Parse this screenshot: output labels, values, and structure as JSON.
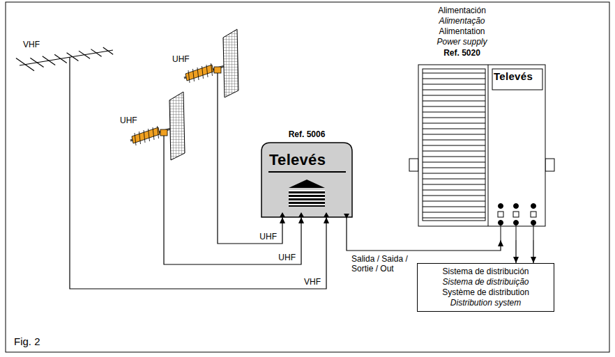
{
  "diagram": {
    "caption": "Fig. 2",
    "nodes": [
      {
        "text": [
          "VHF"
        ]
      },
      {
        "text": [
          "UHF"
        ]
      },
      {
        "text": [
          "UHF"
        ]
      },
      {
        "text": [
          "Ref. 5006",
          "Televés"
        ]
      },
      {
        "text": [
          "Alimentación",
          "Alimentação",
          "Alimentation",
          "Power supply",
          "Ref. 5020",
          "Televés"
        ]
      },
      {
        "text": [
          "Sistema de distribución",
          "Sistema de distribuição",
          "Système de distribution",
          "Distribution system"
        ]
      }
    ],
    "edges": [
      {
        "from": 1,
        "to": 3,
        "label": "UHF",
        "arrow": "to"
      },
      {
        "from": 2,
        "to": 3,
        "label": "UHF",
        "arrow": "to"
      },
      {
        "from": 0,
        "to": 3,
        "label": "VHF",
        "arrow": "to"
      },
      {
        "from": 3,
        "to": 4,
        "label": "Salida / Saida / Sortie / Out",
        "arrow": "to"
      },
      {
        "from": 4,
        "to": 5,
        "arrow": "to"
      },
      {
        "from": 4,
        "to": 5,
        "arrow": "to"
      }
    ]
  }
}
